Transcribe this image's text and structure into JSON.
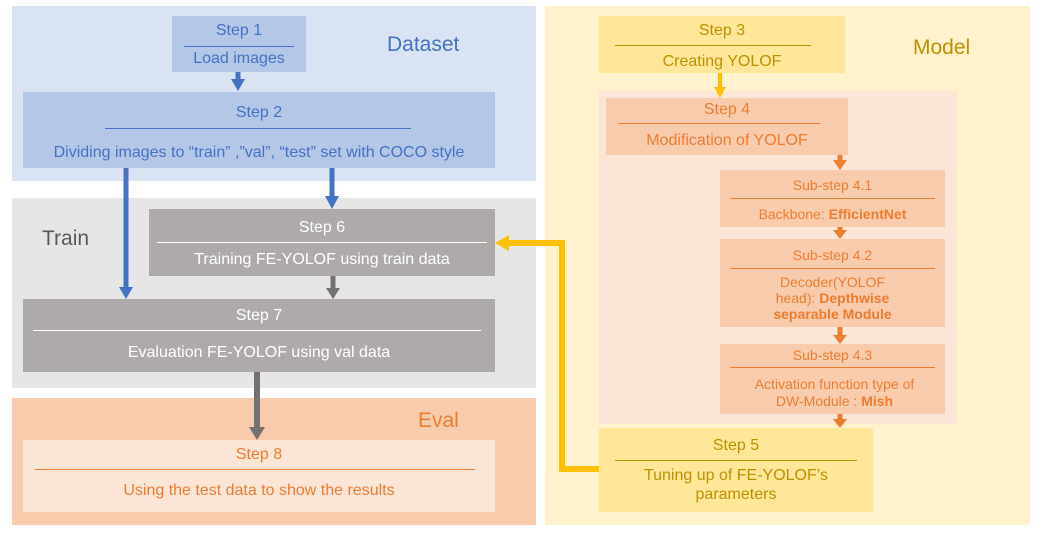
{
  "groups": {
    "dataset": "Dataset",
    "model": "Model",
    "train": "Train",
    "eval": "Eval"
  },
  "steps": {
    "s1": {
      "title": "Step 1",
      "desc": "Load images"
    },
    "s2": {
      "title": "Step 2",
      "desc": "Dividing images to “train” ,”val”, “test” set with COCO style"
    },
    "s3": {
      "title": "Step 3",
      "desc": "Creating YOLOF"
    },
    "s4": {
      "title": "Step 4",
      "desc": "Modification of YOLOF"
    },
    "s41": {
      "title": "Sub-step 4.1",
      "desc_prefix": "Backbone: ",
      "desc_bold": "EfficientNet"
    },
    "s42": {
      "title": "Sub-step 4.2",
      "desc_prefix": "Decoder(YOLOF head):",
      "desc_bold": "Depthwise separable Module"
    },
    "s43": {
      "title": "Sub-step 4.3",
      "desc_prefix": "Activation function type of DW-Module : ",
      "desc_bold": "Mish"
    },
    "s5": {
      "title": "Step 5",
      "desc": "Tuning up of FE-YOLOF’s parameters"
    },
    "s6": {
      "title": "Step 6",
      "desc": "Training FE-YOLOF using train data"
    },
    "s7": {
      "title": "Step 7",
      "desc": "Evaluation FE-YOLOF using val data"
    },
    "s8": {
      "title": "Step 8",
      "desc": "Using the test data to show the results"
    }
  },
  "colors": {
    "dataset_bg": "#dae3f3",
    "dataset_box": "#b4c7e7",
    "dataset_text": "#4472c4",
    "model_bg": "#fff2cc",
    "model_inner_bg": "#fbe5d6",
    "model_step_box": "#ffe699",
    "orange_box": "#f8cbad",
    "orange_text": "#ed7d31",
    "train_bg": "#e7e6e6",
    "train_box": "#aeaaaa",
    "eval_bg": "#f8cbad",
    "eval_box": "#fbe5d6",
    "blue_arrow": "#4472c4",
    "yellow_arrow": "#ffc000",
    "orange_arrow": "#ed7d31",
    "gray_arrow": "#767171"
  }
}
